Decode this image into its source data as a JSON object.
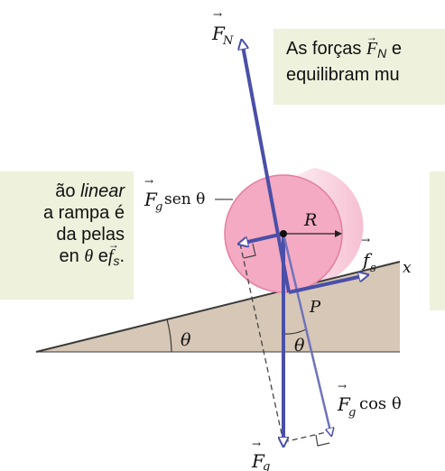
{
  "callouts": {
    "top": {
      "line1_prefix": "As forças ",
      "vector_letter": "F",
      "vector_sub": "N",
      "line1_suffix": " e",
      "line2": "equilibram mu"
    },
    "left": {
      "line1_prefix": "ão ",
      "line1_italic": "linear",
      "line2": "a rampa é",
      "line3": "da pelas",
      "line4_prefix": "en ",
      "line4_theta": "θ",
      "line4_mid": " e",
      "line4_vector": "f",
      "line4_sub": "s",
      "line4_end": "."
    }
  },
  "labels": {
    "normal_force": "F",
    "normal_force_sub": "N",
    "gravity_sin": "F",
    "gravity_sin_sub": "g",
    "gravity_sin_suffix": "sen θ",
    "radius": "R",
    "friction": "f",
    "friction_sub": "s",
    "axis_x": "x",
    "contact_point": "P",
    "incline_angle": "θ",
    "gravity_angle": "θ",
    "gravity_cos": "F",
    "gravity_cos_sub": "g",
    "gravity_cos_suffix": "cos  θ",
    "gravity": "F",
    "gravity_sub": "g"
  },
  "colors": {
    "force_vector": "#4a4fa8",
    "dashed_line": "#444444",
    "ball_fill": "#f3aac2",
    "ball_edge": "#e47ea3",
    "ramp_fill": "#d7c7b6",
    "callout_bg": "#eef1dc"
  }
}
